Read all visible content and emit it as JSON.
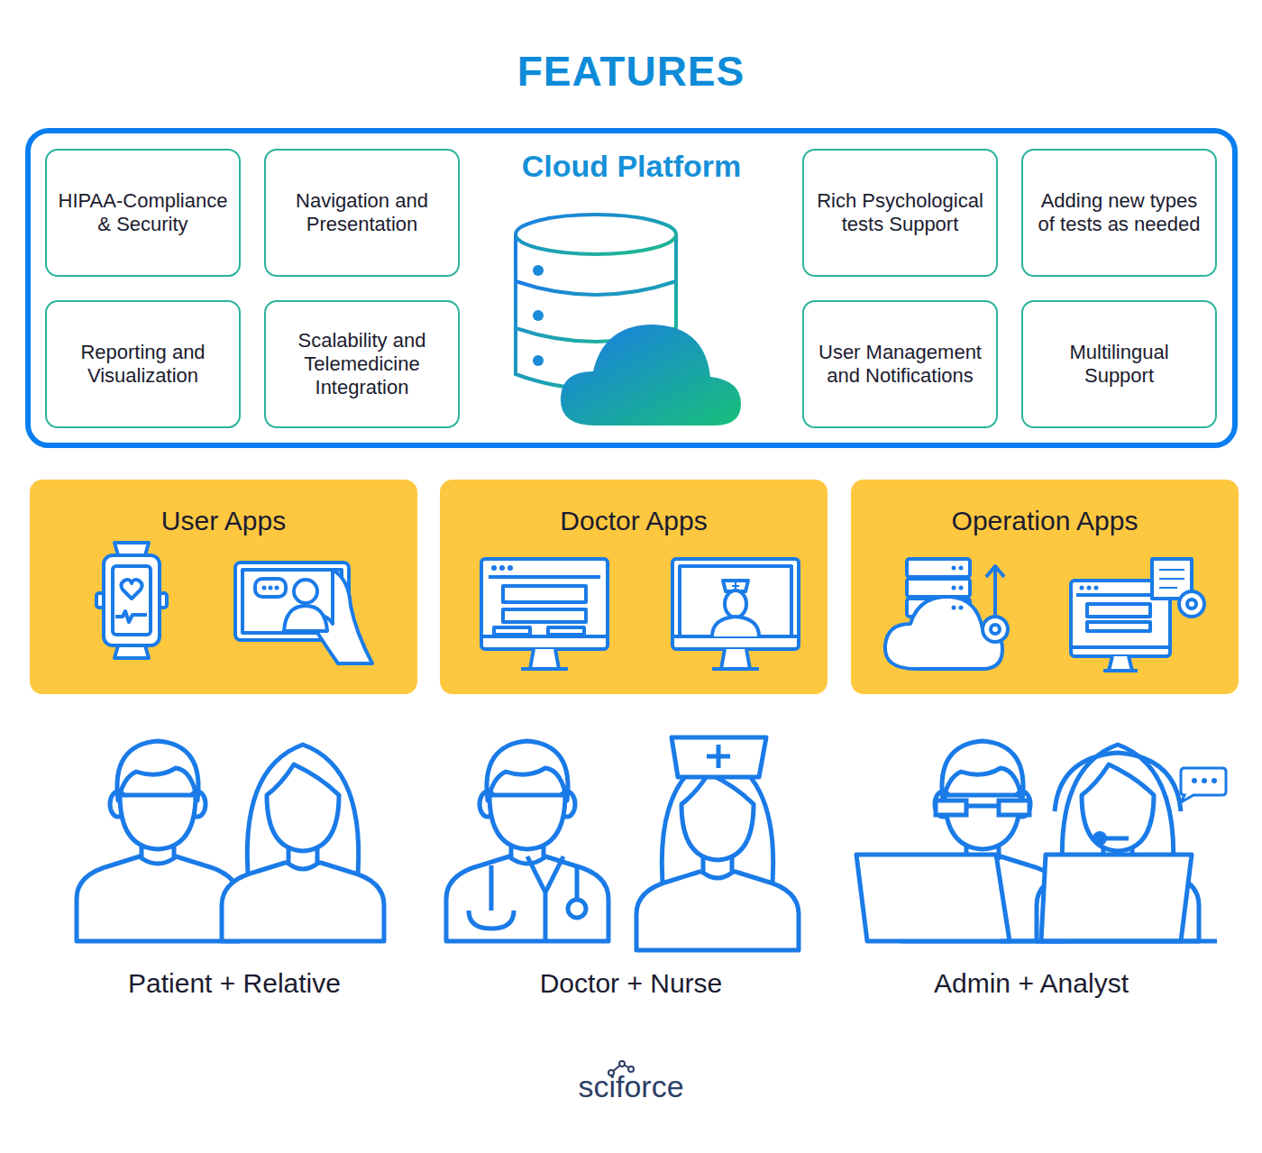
{
  "diagram": {
    "title": "FEATURES",
    "nodes": [
      {
        "text": [
          "Cloud Platform"
        ]
      },
      {
        "text": [
          "HIPAA-Compliance & Security"
        ],
        "in": 0
      },
      {
        "text": [
          "Navigation and Presentation"
        ],
        "in": 0
      },
      {
        "text": [
          "Rich Psychological tests Support"
        ],
        "in": 0
      },
      {
        "text": [
          "Adding new types of tests as needed"
        ],
        "in": 0
      },
      {
        "text": [
          "Reporting and Visualization"
        ],
        "in": 0
      },
      {
        "text": [
          "Scalability and Telemedicine Integration"
        ],
        "in": 0
      },
      {
        "text": [
          "User Management and Notifications"
        ],
        "in": 0
      },
      {
        "text": [
          "Multilingual Support"
        ],
        "in": 0
      },
      {
        "text": [
          "User Apps"
        ]
      },
      {
        "text": [
          "Doctor Apps"
        ]
      },
      {
        "text": [
          "Operation Apps"
        ]
      }
    ],
    "labels": [
      "Patient + Relative",
      "Doctor + Nurse",
      "Admin + Analyst",
      "sciforce"
    ]
  }
}
